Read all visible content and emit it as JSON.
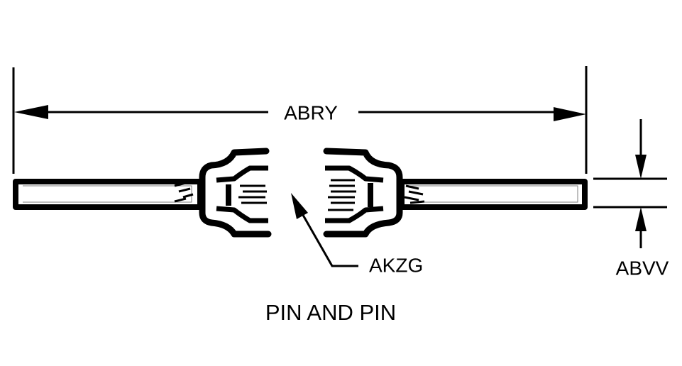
{
  "labels": {
    "overall_length": "ABRY",
    "connector_callout": "AKZG",
    "diameter": "ABVV",
    "caption": "PIN AND PIN"
  }
}
